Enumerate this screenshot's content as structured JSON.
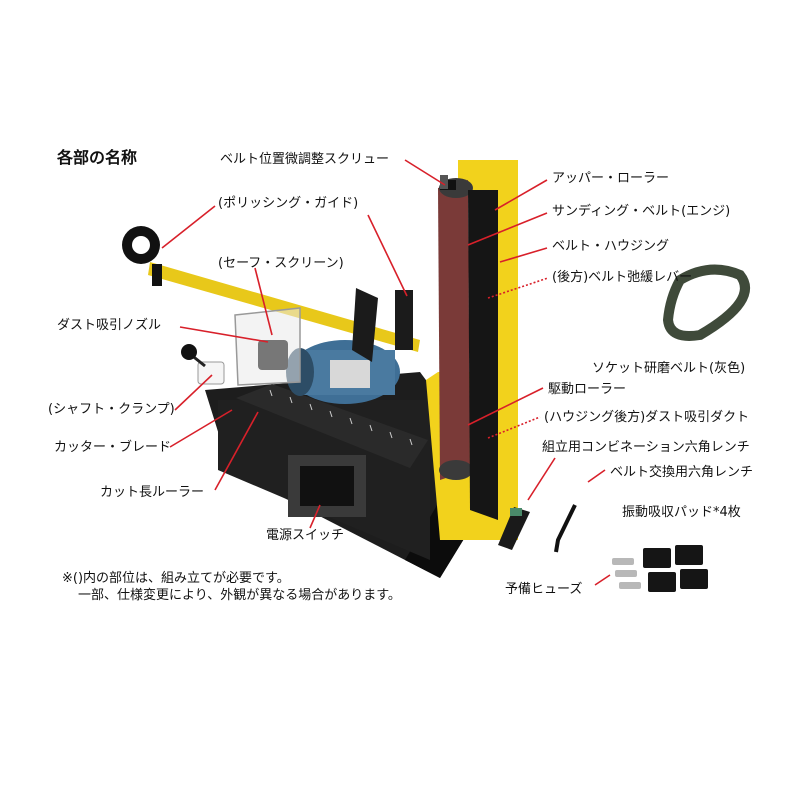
{
  "title": "各部の名称",
  "labels": {
    "belt_adjust_screw": "ベルト位置微調整スクリュー",
    "upper_roller": "アッパー・ローラー",
    "sanding_belt": "サンディング・ベルト(エンジ)",
    "belt_housing": "ベルト・ハウジング",
    "belt_release_lever": "(後方)ベルト弛緩レバー",
    "polishing_guide": "(ポリッシング・ガイド)",
    "safe_screen": "(セーフ・スクリーン)",
    "dust_nozzle": "ダスト吸引ノズル",
    "socket_belt": "ソケット研磨ベルト(灰色)",
    "drive_roller": "駆動ローラー",
    "shaft_clamp": "(シャフト・クランプ)",
    "housing_duct": "(ハウジング後方)ダスト吸引ダクト",
    "cutter_blade": "カッター・ブレード",
    "combo_wrench": "組立用コンビネーション六角レンチ",
    "belt_wrench": "ベルト交換用六角レンチ",
    "cut_ruler": "カット長ルーラー",
    "vibration_pads": "振動吸収パッド*4枚",
    "power_switch": "電源スイッチ",
    "spare_fuse": "予備ヒューズ"
  },
  "note": {
    "line1": "※()内の部位は、組み立てが必要です。",
    "line2": "一部、仕様変更により、外観が異なる場合があります。"
  },
  "colors": {
    "housing_yellow": "#f2d21c",
    "belt_maroon": "#7a3a38",
    "leader_red": "#d8202a",
    "base_black": "#1a1a1a",
    "motor_blue": "#3f6f96"
  }
}
